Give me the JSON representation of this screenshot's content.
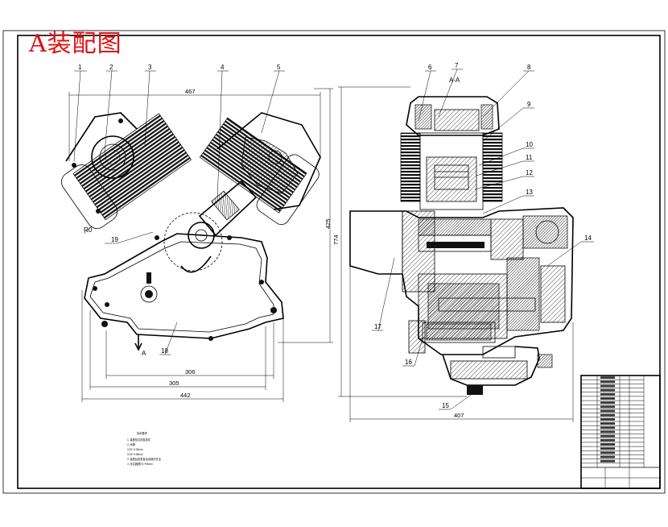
{
  "drawing_title": "A装配图",
  "section_label": "A-A",
  "view_arrow_label": "A",
  "part_numbers": [
    "1",
    "2",
    "3",
    "4",
    "5",
    "6",
    "7",
    "8",
    "9",
    "10",
    "11",
    "12",
    "13",
    "14",
    "15",
    "16",
    "17",
    "18",
    "19"
  ],
  "dimensions": {
    "front_overall_width": "467",
    "front_base_width_1": "305",
    "front_base_width_2": "306",
    "front_total_width": "442",
    "front_height": "425",
    "section_height": "774",
    "section_width": "407"
  },
  "leader_marks": [
    "R0"
  ],
  "notes": {
    "heading": "技术要求",
    "lines": [
      "1. 装配前清洗各零件",
      "2. 间隙:",
      "   0.02~0.05mm",
      "   0.03~0.08mm",
      "3. 装配后检查各运动部件灵活",
      "4. 未注圆角R1~R3mm"
    ]
  },
  "title_block": {
    "rows": 22
  }
}
